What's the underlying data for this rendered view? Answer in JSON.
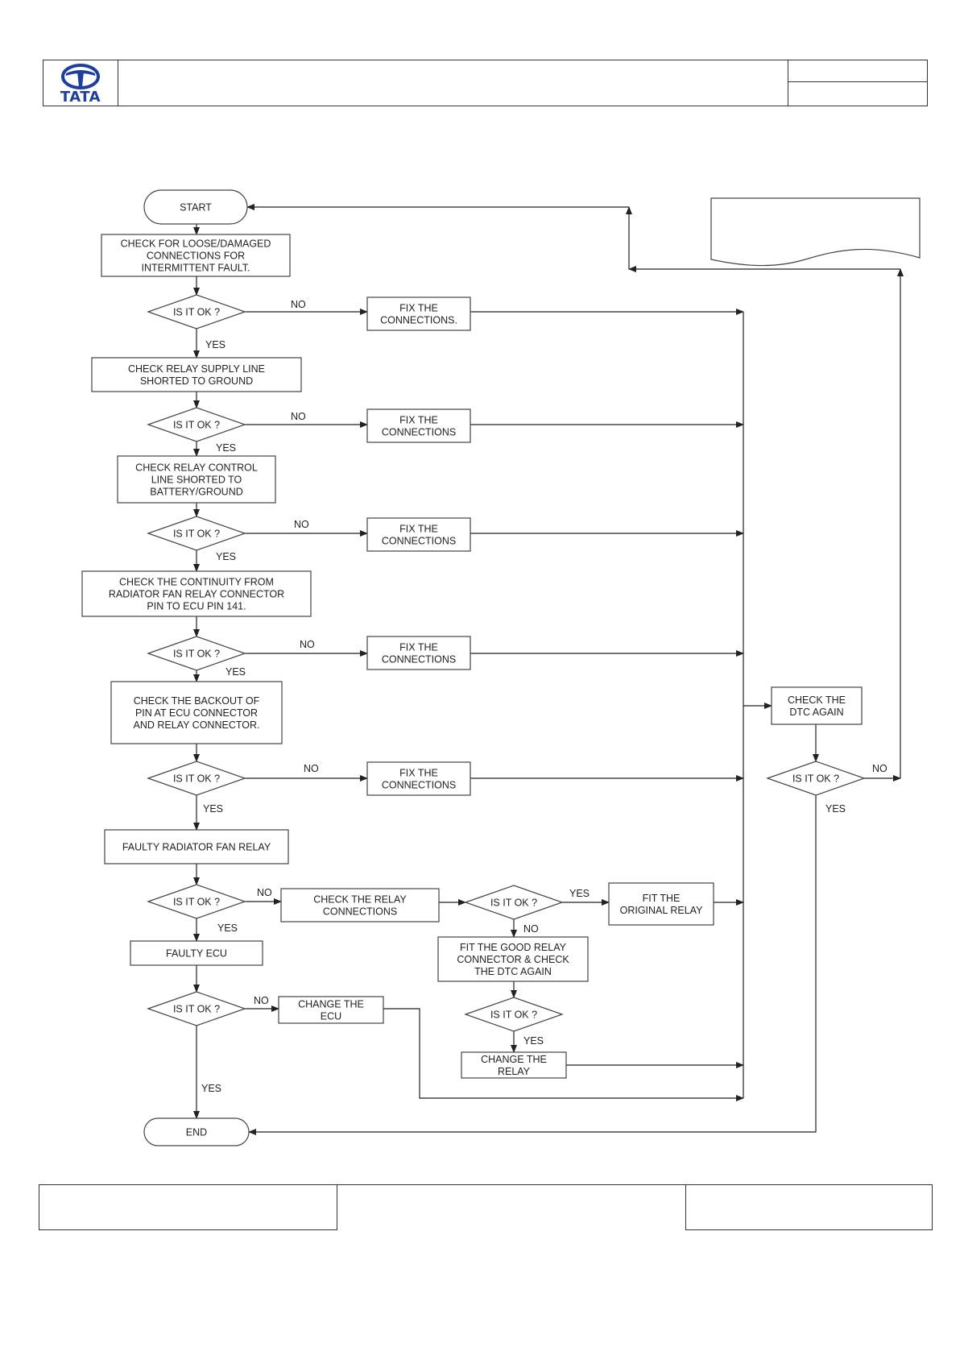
{
  "header": {
    "logo_text": "TATA",
    "brand_color": "#1f3f9e"
  },
  "flowchart": {
    "start": "START",
    "end": "END",
    "decision": "IS IT OK ?",
    "yes": "YES",
    "no": "NO",
    "steps": [
      [
        "CHECK FOR LOOSE/DAMAGED",
        "CONNECTIONS FOR",
        "INTERMITTENT FAULT."
      ],
      [
        "CHECK RELAY SUPPLY LINE",
        "SHORTED TO GROUND"
      ],
      [
        "CHECK RELAY CONTROL",
        "LINE SHORTED TO",
        "BATTERY/GROUND"
      ],
      [
        "CHECK THE  CONTINUITY FROM",
        "RADIATOR FAN RELAY CONNECTOR",
        "PIN TO ECU PIN 141."
      ],
      [
        "CHECK THE BACKOUT OF",
        "PIN  AT ECU CONNECTOR",
        "AND RELAY CONNECTOR."
      ],
      [
        "FAULTY RADIATOR FAN RELAY"
      ],
      [
        "FAULTY ECU"
      ]
    ],
    "fix_first": [
      "FIX THE",
      "CONNECTIONS."
    ],
    "fix": [
      "FIX THE",
      "CONNECTIONS"
    ],
    "check_relay_connections": [
      "CHECK THE RELAY",
      "CONNECTIONS"
    ],
    "fit_original_relay": [
      "FIT THE",
      "ORIGINAL RELAY"
    ],
    "fit_good_relay": [
      "FIT THE GOOD RELAY",
      "CONNECTOR & CHECK",
      "THE DTC AGAIN"
    ],
    "change_relay": [
      "CHANGE THE",
      "RELAY"
    ],
    "change_ecu": [
      "CHANGE THE",
      "ECU"
    ],
    "check_dtc_again": [
      "CHECK THE",
      "DTC AGAIN"
    ]
  }
}
